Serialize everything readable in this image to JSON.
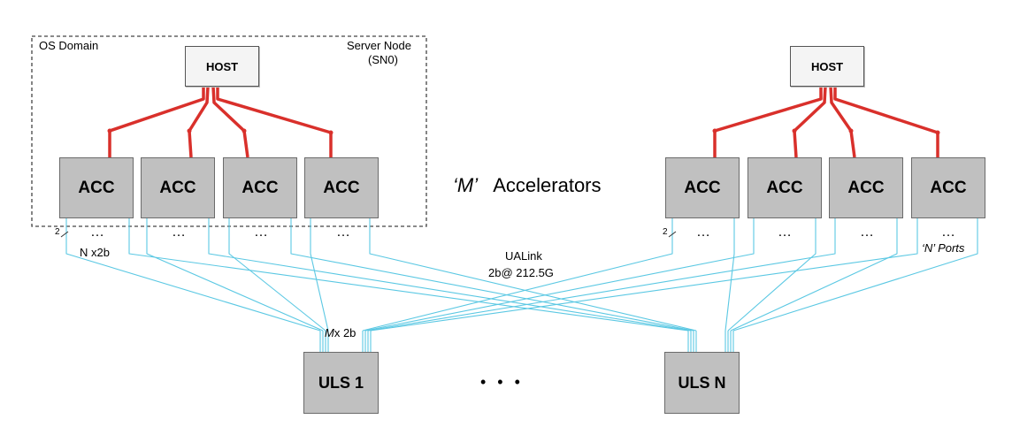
{
  "domain_box": {
    "title": "OS Domain",
    "server_node_line1": "Server Node",
    "server_node_line2": "(SN0)"
  },
  "hosts": [
    "HOST",
    "HOST"
  ],
  "accelerators_left": [
    "ACC",
    "ACC",
    "ACC",
    "ACC"
  ],
  "accelerators_right": [
    "ACC",
    "ACC",
    "ACC",
    "ACC"
  ],
  "switches": [
    "ULS 1",
    "ULS N"
  ],
  "labels": {
    "accel_count_m": "‘M’",
    "accel_count_word": "Accelerators",
    "ualink_line1": "UALink",
    "ualink_line2": "2b@ 212.5G",
    "n_x_2b": "N x2b",
    "m_italic": "M",
    "m_x_2b": "x 2b",
    "ports_n": "‘N’",
    "ports_word": "Ports",
    "lane_count_left": "2",
    "lane_count_right": "2",
    "port_dots": "…",
    "switch_dots": "• • •"
  },
  "colors": {
    "host_links": "#d9302b",
    "ualink_links": "#5bc8e3",
    "acc_fill": "#c0c0c0",
    "domain_border": "#444444"
  }
}
